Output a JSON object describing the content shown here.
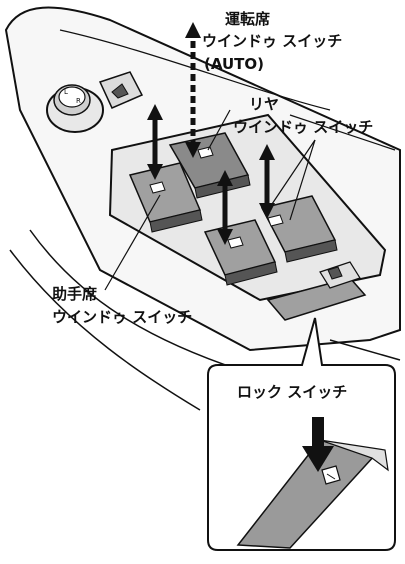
{
  "labels": {
    "driver_line1": "運転席",
    "driver_line2": "ウインドゥ スイッチ",
    "driver_line3": "(AUTO)",
    "rear_line1": "リヤ",
    "rear_line2": "ウインドゥ スイッチ",
    "passenger_line1": "助手席",
    "passenger_line2": "ウインドゥ スイッチ",
    "lock_title": "ロック スイッチ"
  },
  "icons": {
    "mirror_knob": "mirror-adjust-knob",
    "mirror_fold": "mirror-fold-button",
    "window_symbol": "window-switch-symbol",
    "lock_symbol": "window-lock-symbol",
    "double_arrow": "up-down-arrow"
  },
  "colors": {
    "ink": "#111111",
    "panel_light": "#f2f2f2",
    "switch_gray": "#9a9a9a",
    "switch_dark": "#555555",
    "bezel": "#e8e8e8"
  }
}
